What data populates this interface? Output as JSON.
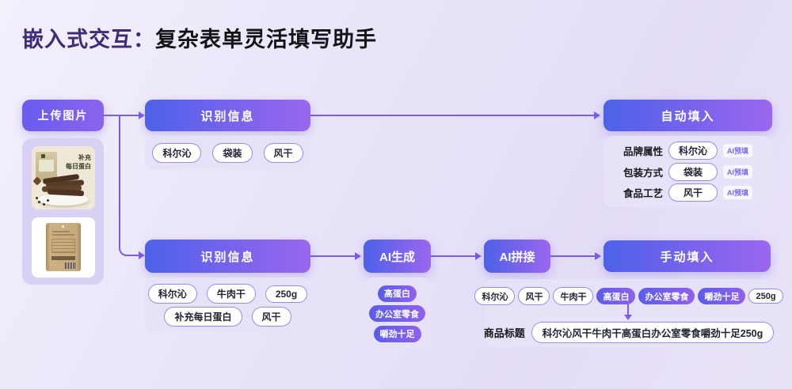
{
  "title": {
    "highlight": "嵌入式交互：",
    "rest": "复杂表单灵活填写助手"
  },
  "upload": {
    "label": "上传图片"
  },
  "product_images": {
    "first": {
      "caption_lines": [
        "补充",
        "每日蛋白"
      ]
    }
  },
  "flow_top": {
    "recognize": {
      "label": "识别信息",
      "tags": [
        "科尔沁",
        "袋装",
        "风干"
      ]
    },
    "autofill": {
      "label": "自动填入",
      "fields": [
        {
          "label": "品牌属性",
          "value": "科尔沁",
          "badge": "AI预填"
        },
        {
          "label": "包装方式",
          "value": "袋装",
          "badge": "AI预填"
        },
        {
          "label": "食品工艺",
          "value": "风干",
          "badge": "AI预填"
        }
      ]
    }
  },
  "flow_bottom": {
    "recognize": {
      "label": "识别信息",
      "tags_row1": [
        "科尔沁",
        "牛肉干",
        "250g"
      ],
      "tags_row2": [
        "补充每日蛋白",
        "风干"
      ]
    },
    "ai_generate": {
      "label": "AI生成",
      "tags": [
        "高蛋白",
        "办公室零食",
        "嚼劲十足"
      ]
    },
    "ai_splice": {
      "label": "AI拼接"
    },
    "manual": {
      "label": "手动填入",
      "tags": [
        {
          "text": "科尔沁"
        },
        {
          "text": "风干"
        },
        {
          "text": "牛肉干"
        },
        {
          "text": "高蛋白"
        },
        {
          "text": "办公室零食"
        },
        {
          "text": "嚼劲十足"
        },
        {
          "text": "250g"
        }
      ],
      "result_label": "商品标题",
      "result_value": "科尔沁风干牛肉干高蛋白办公室零食嚼劲十足250g"
    }
  },
  "colors": {
    "accent": "#7b5ce8",
    "button_gradient_start": "#4c62e8",
    "button_gradient_end": "#9a67ee"
  }
}
